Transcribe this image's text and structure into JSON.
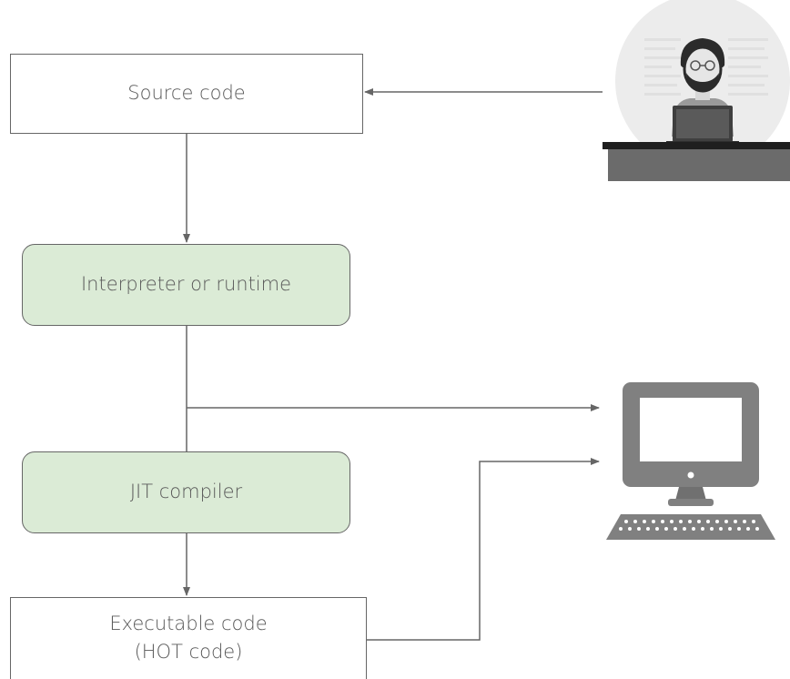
{
  "nodes": {
    "source_code": {
      "label": "Source code"
    },
    "interpreter": {
      "label": "Interpreter or runtime"
    },
    "jit_compiler": {
      "label": "JIT compiler"
    },
    "executable": {
      "label_line1": "Executable code",
      "label_line2": "(HOT code)"
    }
  },
  "illustrations": {
    "developer": {
      "icon": "developer-at-laptop-icon"
    },
    "computer": {
      "icon": "desktop-computer-icon"
    }
  },
  "colors": {
    "green_fill": "#dbebd6",
    "line": "#666666",
    "text": "#595959",
    "illustration_gray": "#808080"
  }
}
